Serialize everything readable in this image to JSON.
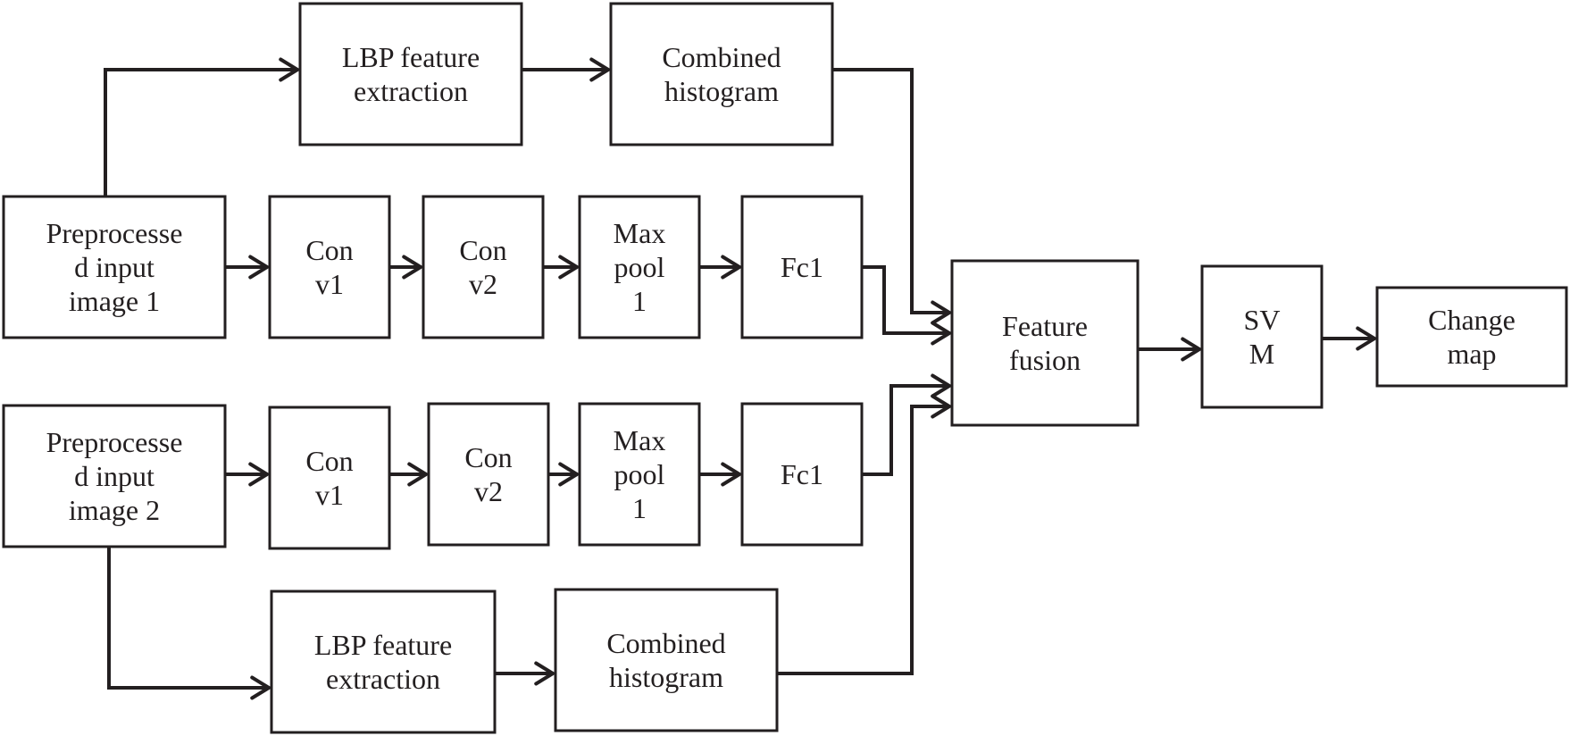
{
  "diagram": {
    "nodes": {
      "lbp1": [
        "LBP feature",
        "extraction"
      ],
      "hist1": [
        "Combined",
        "histogram"
      ],
      "pre1": [
        "Preprocesse",
        "d input",
        "image 1"
      ],
      "conv1a": [
        "Con",
        "v1"
      ],
      "conv2a": [
        "Con",
        "v2"
      ],
      "pool1a": [
        "Max",
        "pool",
        "1"
      ],
      "fc1a": [
        "Fc1"
      ],
      "pre2": [
        "Preprocesse",
        "d input",
        "image 2"
      ],
      "conv1b": [
        "Con",
        "v1"
      ],
      "conv2b": [
        "Con",
        "v2"
      ],
      "pool1b": [
        "Max",
        "pool",
        "1"
      ],
      "fc1b": [
        "Fc1"
      ],
      "lbp2": [
        "LBP feature",
        "extraction"
      ],
      "hist2": [
        "Combined",
        "histogram"
      ],
      "fusion": [
        "Feature",
        "fusion"
      ],
      "svm": [
        "SV",
        "M"
      ],
      "change": [
        "Change",
        "map"
      ]
    },
    "colors": {
      "stroke": "#231f20",
      "text": "#231f20",
      "background": "#ffffff"
    }
  }
}
